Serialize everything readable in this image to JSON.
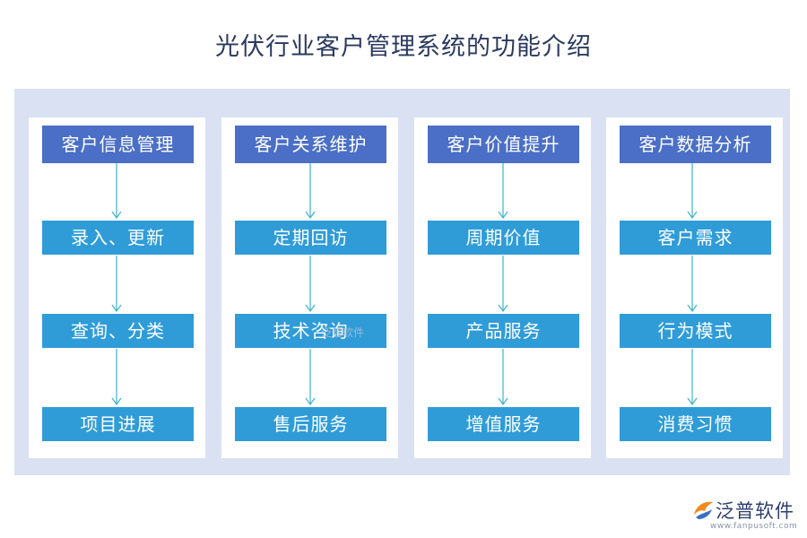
{
  "title": "光伏行业客户管理系统的功能介绍",
  "columns": [
    {
      "header": "客户信息管理",
      "steps": [
        "录入、更新",
        "查询、分类",
        "项目进展"
      ]
    },
    {
      "header": "客户关系维护",
      "steps": [
        "定期回访",
        "技术咨询",
        "售后服务"
      ]
    },
    {
      "header": "客户价值提升",
      "steps": [
        "周期价值",
        "产品服务",
        "增值服务"
      ]
    },
    {
      "header": "客户数据分析",
      "steps": [
        "客户需求",
        "行为模式",
        "消费习惯"
      ]
    }
  ],
  "watermark": "泛普软件",
  "logo": {
    "name": "泛普软件",
    "url": "www.fanpusoft.com"
  },
  "colors": {
    "header_box": "#4b6fc6",
    "step_box": "#2f9cd8",
    "arrow": "#3bb4c9",
    "panel": "#d9e1f3",
    "title": "#2b3a5e",
    "logo_orange": "#f08a1c"
  }
}
